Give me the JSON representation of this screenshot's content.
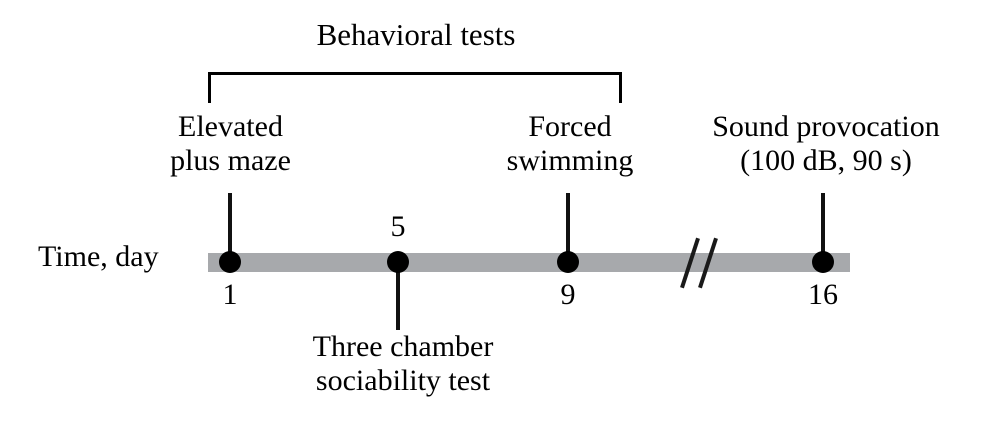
{
  "figure": {
    "group_bracket": {
      "title": "Behavioral tests"
    },
    "axis": {
      "title": "Time, day",
      "bar_color": "#a7a9ac",
      "break_symbol": "//",
      "break_note": "axis break between day 9 and day 16"
    },
    "events": [
      {
        "day": "1",
        "label_line1": "Elevated",
        "label_line2": "plus maze",
        "label_position": "above",
        "day_label_position": "below"
      },
      {
        "day": "5",
        "label_line1": "Three chamber",
        "label_line2": "sociability test",
        "label_position": "below",
        "day_label_position": "above"
      },
      {
        "day": "9",
        "label_line1": "Forced",
        "label_line2": "swimming",
        "label_position": "above",
        "day_label_position": "below"
      },
      {
        "day": "16",
        "label_line1": "Sound provocation",
        "label_line2": "(100 dB, 90 s)",
        "label_position": "above",
        "day_label_position": "below"
      }
    ]
  },
  "chart_data": {
    "type": "timeline",
    "title": "Behavioral tests",
    "xlabel": "Time, day",
    "x": [
      1,
      5,
      9,
      16
    ],
    "tick_labels": [
      "1",
      "5",
      "9",
      "16"
    ],
    "events": [
      "Elevated plus maze",
      "Three chamber sociability test",
      "Forced swimming",
      "Sound provocation (100 dB, 90 s)"
    ],
    "grouped_under_bracket": [
      "Elevated plus maze",
      "Three chamber sociability test",
      "Forced swimming"
    ],
    "axis_break_between": [
      9,
      16
    ],
    "colors": {
      "axis": "#a7a9ac",
      "marker": "#000000",
      "text": "#000000"
    }
  }
}
